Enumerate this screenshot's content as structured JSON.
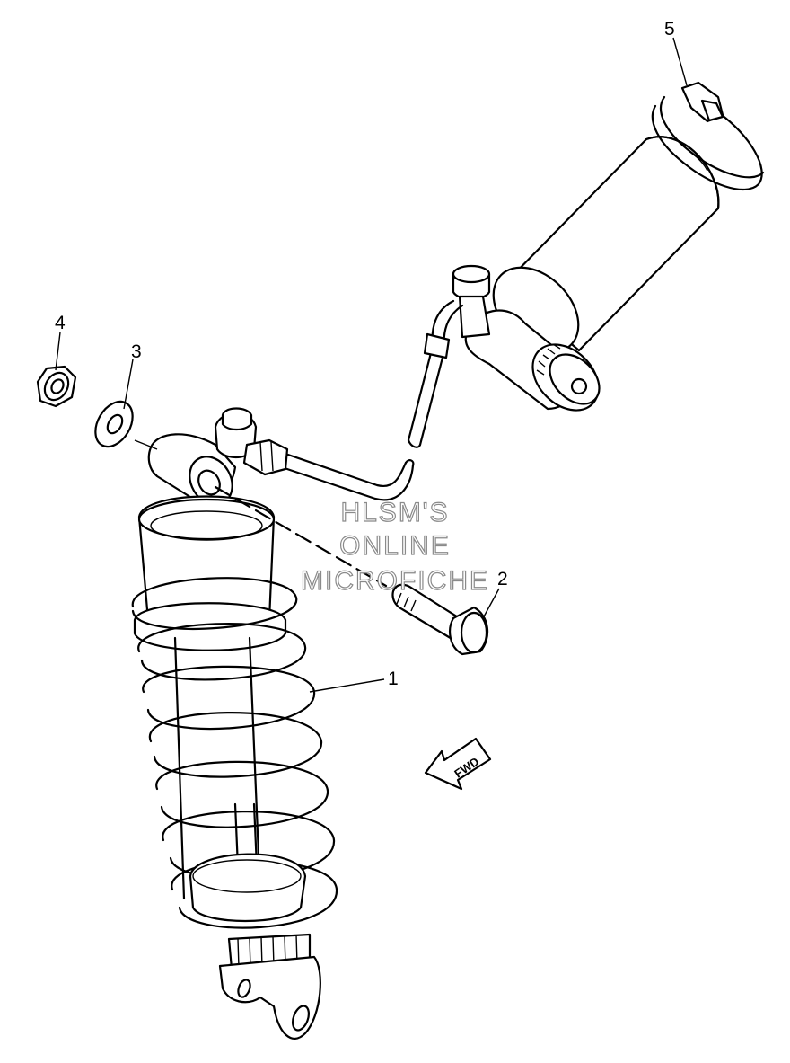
{
  "callouts": [
    {
      "id": "1",
      "text": "1"
    },
    {
      "id": "2",
      "text": "2"
    },
    {
      "id": "3",
      "text": "3"
    },
    {
      "id": "4",
      "text": "4"
    },
    {
      "id": "5",
      "text": "5"
    }
  ],
  "watermark": {
    "line1": "HLSM'S",
    "line2": "ONLINE",
    "line3": "MICROFICHE"
  },
  "direction_arrow": {
    "text": "FWD"
  },
  "colors": {
    "line": "#000000",
    "background": "#ffffff",
    "watermark_outline": "#8a8a8a"
  }
}
